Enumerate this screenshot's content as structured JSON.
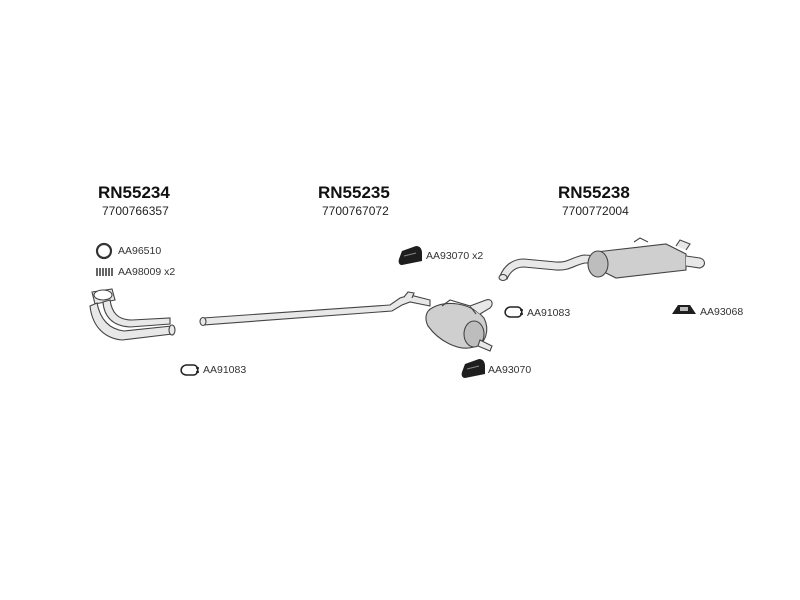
{
  "sections": [
    {
      "ref": "RN55234",
      "number": "7700766357"
    },
    {
      "ref": "RN55235",
      "number": "7700767072"
    },
    {
      "ref": "RN55238",
      "number": "7700772004"
    }
  ],
  "parts": {
    "ring_gasket": "AA96510",
    "spring_bolt": "AA98009 x2",
    "clamp_front": "AA91083",
    "mount_top": "AA93070 x2",
    "clamp_middle": "AA91083",
    "mount_bottom": "AA93070",
    "rear_hanger": "AA93068"
  },
  "colors": {
    "stroke": "#444444",
    "fill": "#e6e6e6",
    "muffler": "#cfcfcf",
    "dark": "#222222"
  }
}
